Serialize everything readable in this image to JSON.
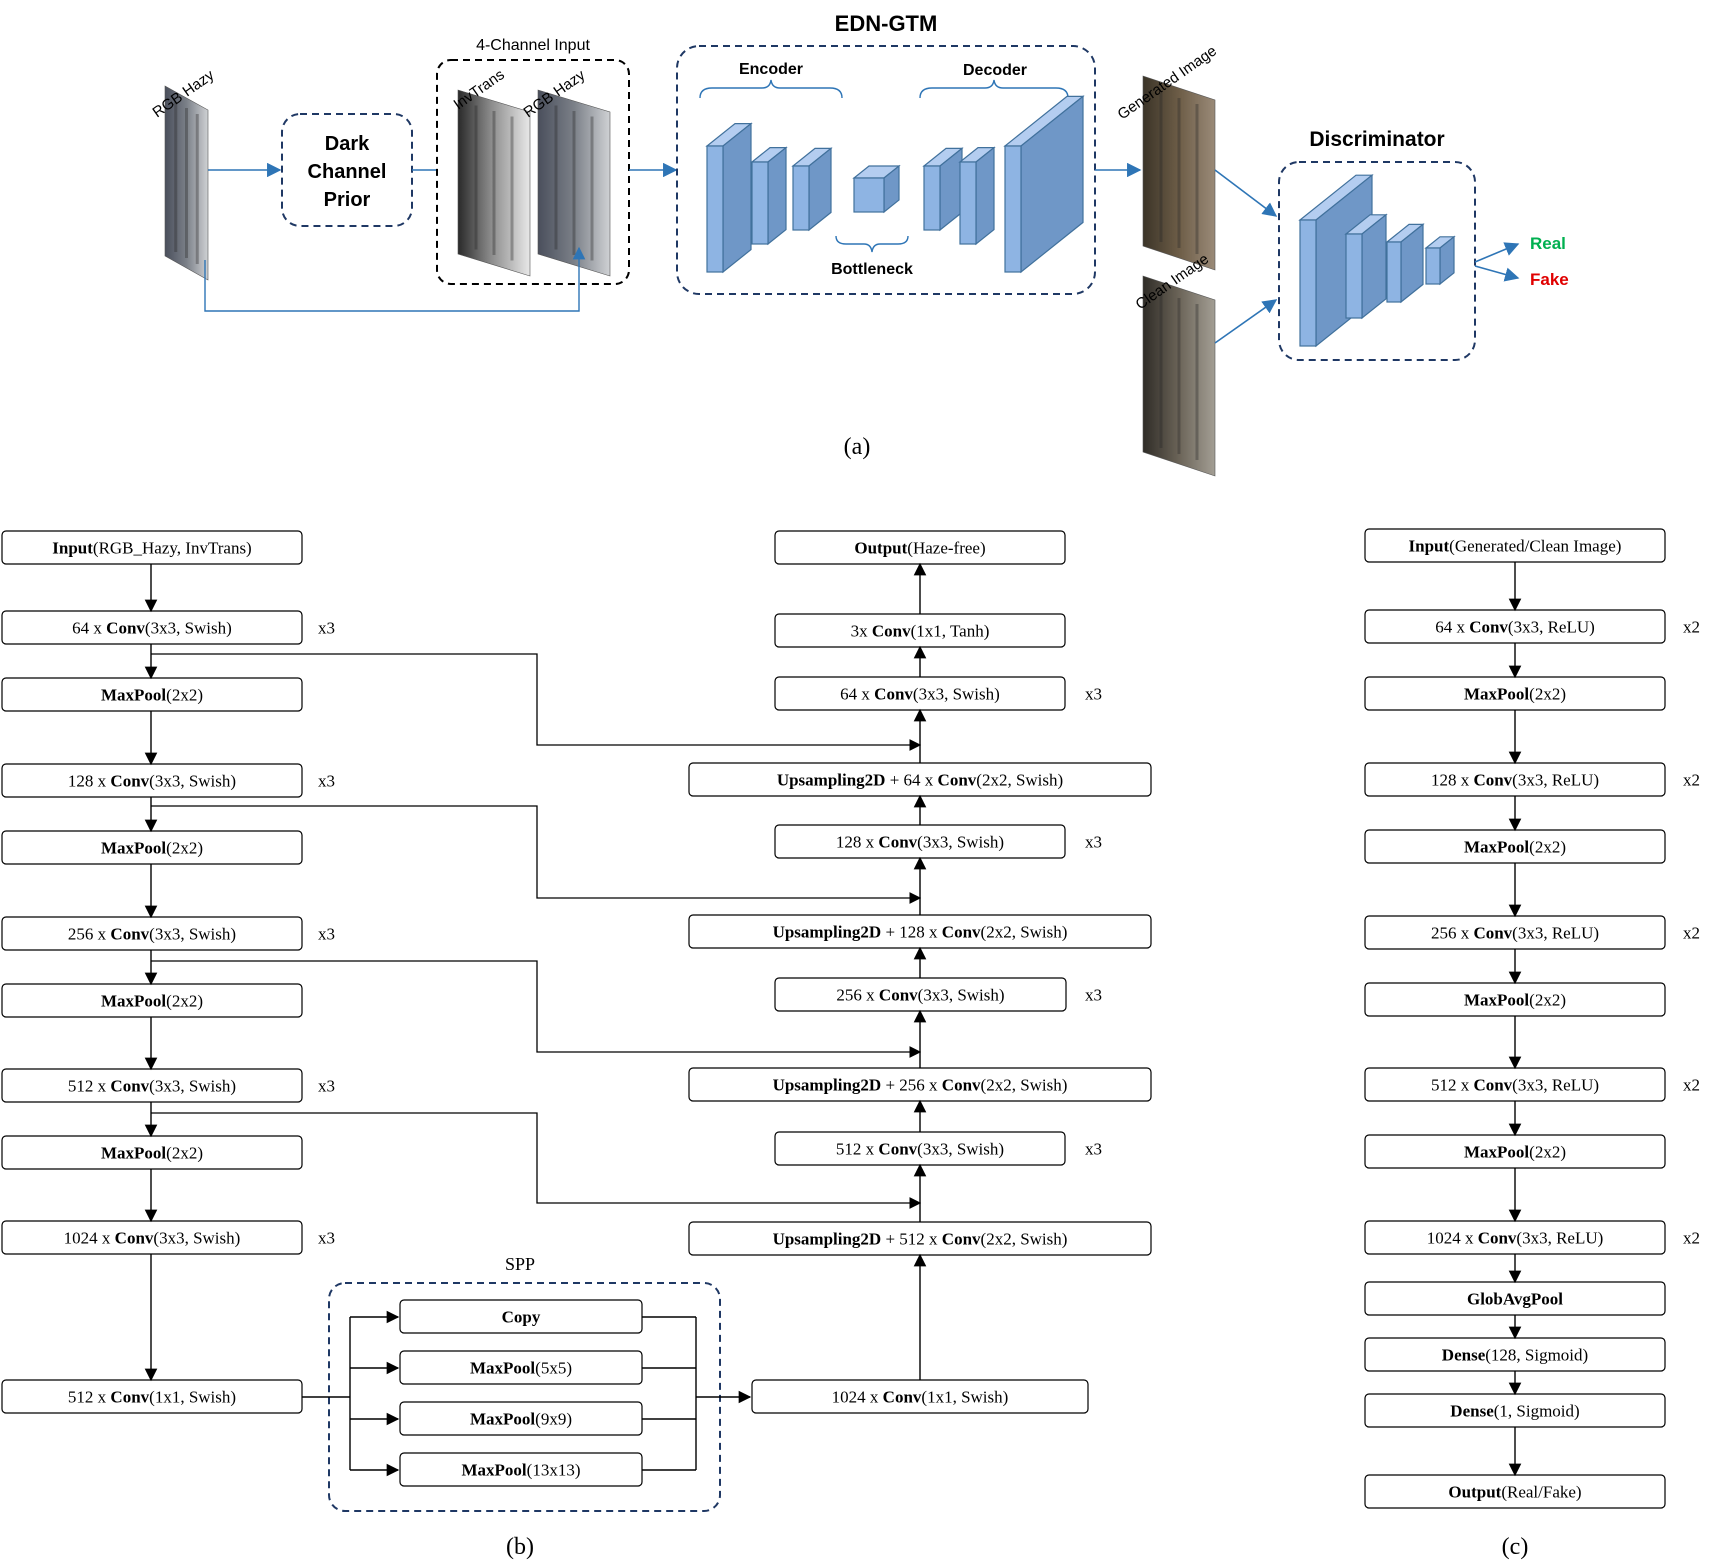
{
  "colors": {
    "accent_blue": "#2e75b6",
    "box_stroke": "#1f3864",
    "cube_front": "#8eb4e3",
    "cube_top": "#b4cdf0",
    "cube_side": "#6f97c7",
    "real_green": "#00b050",
    "fake_red": "#e00000"
  },
  "panel_a": {
    "title": "EDN-GTM",
    "rgb_hazy_label": "RGB Hazy",
    "dcp_lines": [
      "Dark",
      "Channel",
      "Prior"
    ],
    "four_channel_label": "4-Channel Input",
    "invtrans_label": "InvTrans",
    "rgb_hazy_label_2": "RGB Hazy",
    "encoder_label": "Encoder",
    "decoder_label": "Decoder",
    "bottleneck_label": "Bottleneck",
    "generated_label": "Generated Image",
    "clean_label": "Clean Image",
    "discriminator_label": "Discriminator",
    "real_label": "Real",
    "fake_label": "Fake",
    "caption": "(a)"
  },
  "panel_b": {
    "caption": "(b)",
    "spp_label": "SPP",
    "encoder": [
      {
        "bold": "Input",
        "rest": "(RGB_Hazy, InvTrans)",
        "rep": ""
      },
      {
        "pre": "64 x ",
        "bold": "Conv",
        "rest": "(3x3, Swish)",
        "rep": "x3"
      },
      {
        "bold": "MaxPool",
        "rest": "(2x2)",
        "rep": ""
      },
      {
        "pre": "128 x ",
        "bold": "Conv",
        "rest": "(3x3, Swish)",
        "rep": "x3"
      },
      {
        "bold": "MaxPool",
        "rest": "(2x2)",
        "rep": ""
      },
      {
        "pre": "256 x ",
        "bold": "Conv",
        "rest": "(3x3, Swish)",
        "rep": "x3"
      },
      {
        "bold": "MaxPool",
        "rest": "(2x2)",
        "rep": ""
      },
      {
        "pre": "512 x ",
        "bold": "Conv",
        "rest": "(3x3, Swish)",
        "rep": "x3"
      },
      {
        "bold": "MaxPool",
        "rest": "(2x2)",
        "rep": ""
      },
      {
        "pre": "1024 x ",
        "bold": "Conv",
        "rest": "(3x3, Swish)",
        "rep": "x3"
      },
      {
        "pre": "512 x ",
        "bold": "Conv",
        "rest": "(1x1, Swish)",
        "rep": ""
      }
    ],
    "spp": [
      {
        "bold": "Copy",
        "rest": ""
      },
      {
        "bold": "MaxPool",
        "rest": "(5x5)"
      },
      {
        "bold": "MaxPool",
        "rest": "(9x9)"
      },
      {
        "bold": "MaxPool",
        "rest": "(13x13)"
      }
    ],
    "bottleneck_out": {
      "pre": "1024 x ",
      "bold": "Conv",
      "rest": "(1x1, Swish)"
    },
    "decoder": [
      {
        "bold": "Output",
        "rest": "(Haze-free)",
        "rep": ""
      },
      {
        "pre": "3x ",
        "bold": "Conv",
        "rest": "(1x1, Tanh)",
        "rep": ""
      },
      {
        "pre": "64 x ",
        "bold": "Conv",
        "rest": "(3x3, Swish)",
        "rep": "x3"
      },
      {
        "bold": "Upsampling2D",
        "mid": " + 64 x ",
        "bold2": "Conv",
        "rest": "(2x2, Swish)",
        "rep": ""
      },
      {
        "pre": "128 x ",
        "bold": "Conv",
        "rest": "(3x3, Swish)",
        "rep": "x3"
      },
      {
        "bold": "Upsampling2D",
        "mid": " + 128 x ",
        "bold2": "Conv",
        "rest": "(2x2, Swish)",
        "rep": ""
      },
      {
        "pre": "256 x ",
        "bold": "Conv",
        "rest": "(3x3, Swish)",
        "rep": "x3"
      },
      {
        "bold": "Upsampling2D",
        "mid": " + 256 x ",
        "bold2": "Conv",
        "rest": "(2x2, Swish)",
        "rep": ""
      },
      {
        "pre": "512 x ",
        "bold": "Conv",
        "rest": "(3x3, Swish)",
        "rep": "x3"
      },
      {
        "bold": "Upsampling2D",
        "mid": " + 512 x ",
        "bold2": "Conv",
        "rest": "(2x2, Swish)",
        "rep": ""
      }
    ]
  },
  "panel_c": {
    "caption": "(c)",
    "layers": [
      {
        "bold": "Input",
        "rest": "(Generated/Clean Image)",
        "rep": ""
      },
      {
        "pre": "64 x ",
        "bold": "Conv",
        "rest": "(3x3, ReLU)",
        "rep": "x2"
      },
      {
        "bold": "MaxPool",
        "rest": "(2x2)",
        "rep": ""
      },
      {
        "pre": "128 x ",
        "bold": "Conv",
        "rest": "(3x3, ReLU)",
        "rep": "x2"
      },
      {
        "bold": "MaxPool",
        "rest": "(2x2)",
        "rep": ""
      },
      {
        "pre": "256 x ",
        "bold": "Conv",
        "rest": "(3x3, ReLU)",
        "rep": "x2"
      },
      {
        "bold": "MaxPool",
        "rest": "(2x2)",
        "rep": ""
      },
      {
        "pre": "512 x ",
        "bold": "Conv",
        "rest": "(3x3, ReLU)",
        "rep": "x2"
      },
      {
        "bold": "MaxPool",
        "rest": "(2x2)",
        "rep": ""
      },
      {
        "pre": "1024 x ",
        "bold": "Conv",
        "rest": "(3x3, ReLU)",
        "rep": "x2"
      },
      {
        "bold": "GlobAvgPool",
        "rest": "",
        "rep": ""
      },
      {
        "bold": "Dense",
        "rest": "(128, Sigmoid)",
        "rep": ""
      },
      {
        "bold": "Dense",
        "rest": "(1, Sigmoid)",
        "rep": ""
      },
      {
        "bold": "Output",
        "rest": "(Real/Fake)",
        "rep": ""
      }
    ]
  }
}
